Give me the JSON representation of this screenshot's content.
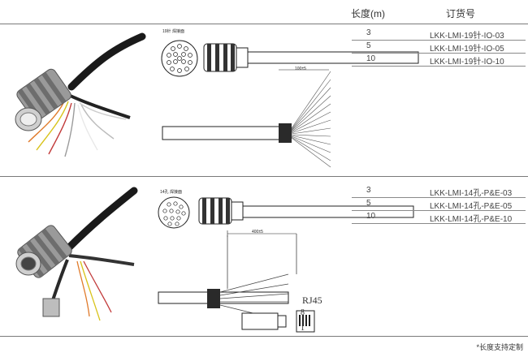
{
  "header": {
    "length_label": "长度(m)",
    "code_label": "订货号"
  },
  "products": [
    {
      "pin_label": "19针 焊接面",
      "dimension": "100±5",
      "rows": [
        {
          "length": "3",
          "code": "LKK-LMI-19针-IO-03"
        },
        {
          "length": "5",
          "code": "LKK-LMI-19针-IO-05"
        },
        {
          "length": "10",
          "code": "LKK-LMI-19针-IO-10"
        }
      ]
    },
    {
      "pin_label": "14孔 焊接面",
      "dimension": "400±5",
      "rj_label": "RJ45",
      "pin_8": "8",
      "pin_1": "1",
      "rows": [
        {
          "length": "3",
          "code": "LKK-LMI-14孔-P&E-03"
        },
        {
          "length": "5",
          "code": "LKK-LMI-14孔-P&E-05"
        },
        {
          "length": "10",
          "code": "LKK-LMI-14孔-P&E-10"
        }
      ]
    }
  ],
  "footer_note": "*长度支持定制"
}
